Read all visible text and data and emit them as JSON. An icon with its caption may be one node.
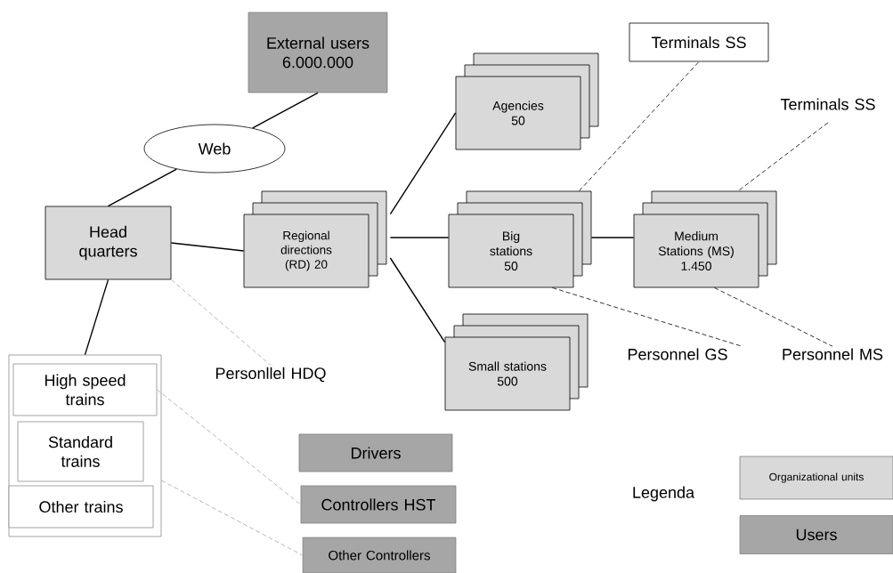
{
  "diagram": {
    "nodes": [
      {
        "text": [
          "External users",
          "6.000.000"
        ]
      },
      {
        "text": [
          "Web"
        ]
      },
      {
        "text": [
          "Head quarters"
        ]
      },
      {
        "text": [
          "Regional directions (RD) 20"
        ]
      },
      {
        "text": [
          "Agencies",
          "50"
        ]
      },
      {
        "text": [
          "Terminals SS"
        ]
      },
      {
        "text": [
          "Terminals SS"
        ]
      },
      {
        "text": [
          "Big stations",
          "50"
        ]
      },
      {
        "text": [
          "Medium Stations (MS)",
          "1.450"
        ]
      },
      {
        "text": [
          "Small stations",
          "500"
        ]
      },
      {
        "text": [
          "Personnel GS"
        ]
      },
      {
        "text": [
          "Personnel MS"
        ]
      },
      {
        "text": [
          "Personllel HDQ"
        ]
      },
      {
        "text": [],
        "shape": "box"
      },
      {
        "text": [
          "High speed trains"
        ],
        "in": 13
      },
      {
        "text": [
          "Standard trains"
        ],
        "in": 13
      },
      {
        "text": [
          "Other trains"
        ],
        "in": 13
      },
      {
        "text": [
          "Drivers"
        ]
      },
      {
        "text": [
          "Controllers HST"
        ]
      },
      {
        "text": [
          "Other Controllers"
        ]
      }
    ],
    "edges": [
      {
        "from": 0,
        "to": 1,
        "arrow": "none"
      },
      {
        "from": 1,
        "to": 2,
        "arrow": "none"
      },
      {
        "from": 2,
        "to": 3,
        "arrow": "none"
      },
      {
        "from": 2,
        "to": 13,
        "arrow": "none"
      },
      {
        "from": 3,
        "to": 4,
        "arrow": "none"
      },
      {
        "from": 3,
        "to": 7,
        "arrow": "none"
      },
      {
        "from": 3,
        "to": 9,
        "arrow": "none"
      },
      {
        "from": 7,
        "to": 8,
        "arrow": "none"
      },
      {
        "from": 7,
        "to": 5,
        "arrow": "none",
        "style": "dashed"
      },
      {
        "from": 8,
        "to": 6,
        "arrow": "none",
        "style": "dashed"
      },
      {
        "from": 7,
        "to": 10,
        "arrow": "none",
        "style": "dashed"
      },
      {
        "from": 8,
        "to": 11,
        "arrow": "none",
        "style": "dashed"
      },
      {
        "from": 2,
        "to": 12,
        "arrow": "none",
        "style": "dashed",
        "color": "#a6a6a6"
      },
      {
        "from": 14,
        "to": 18,
        "arrow": "none",
        "style": "dashed",
        "color": "#a6a6a6"
      },
      {
        "from": 13,
        "to": 19,
        "arrow": "none",
        "style": "dashed",
        "color": "#a6a6a6"
      }
    ],
    "labels": [
      "Legenda"
    ],
    "legend": [
      {
        "text": "Organizational units",
        "color": "#d9d9d9"
      },
      {
        "text": "Users",
        "color": "#a6a6a6"
      }
    ]
  }
}
